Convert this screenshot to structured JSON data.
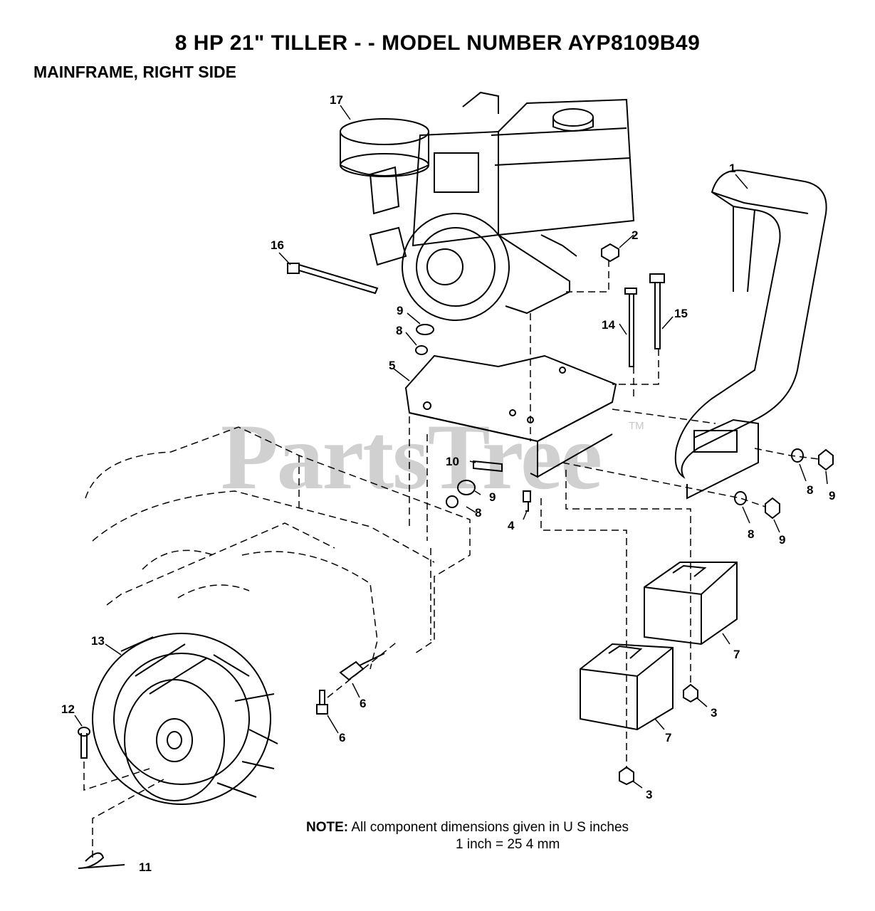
{
  "header": {
    "title": "8 HP  21\" TILLER - - MODEL NUMBER AYP8109B49",
    "subtitle": "MAINFRAME, RIGHT SIDE"
  },
  "watermark": {
    "text": "PartsTree",
    "tm": "TM"
  },
  "callouts": {
    "c1": "1",
    "c2": "2",
    "c3a": "3",
    "c3b": "3",
    "c4": "4",
    "c5": "5",
    "c6a": "6",
    "c6b": "6",
    "c7a": "7",
    "c7b": "7",
    "c8a": "8",
    "c8b": "8",
    "c8c": "8",
    "c8d": "8",
    "c9a": "9",
    "c9b": "9",
    "c9c": "9",
    "c9d": "9",
    "c10": "10",
    "c11": "11",
    "c12": "12",
    "c13": "13",
    "c14": "14",
    "c15": "15",
    "c16": "16",
    "c17": "17"
  },
  "note": {
    "label": "NOTE:",
    "line1": " All component dimensions given in U S inches",
    "line2": "1 inch = 25 4 mm"
  }
}
